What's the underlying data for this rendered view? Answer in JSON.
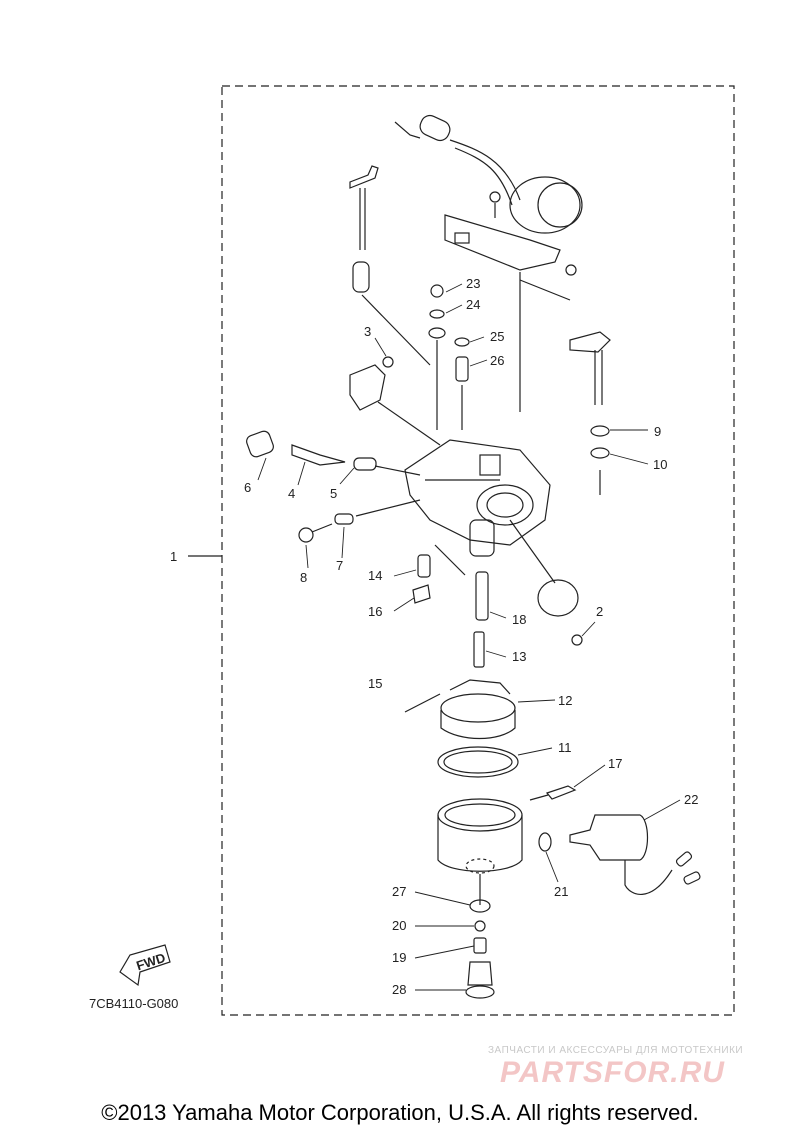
{
  "diagram": {
    "callouts": [
      {
        "id": "c1",
        "text": "1"
      },
      {
        "id": "c2",
        "text": "2"
      },
      {
        "id": "c3",
        "text": "3"
      },
      {
        "id": "c4",
        "text": "4"
      },
      {
        "id": "c5",
        "text": "5"
      },
      {
        "id": "c6",
        "text": "6"
      },
      {
        "id": "c7",
        "text": "7"
      },
      {
        "id": "c8",
        "text": "8"
      },
      {
        "id": "c9",
        "text": "9"
      },
      {
        "id": "c10",
        "text": "10"
      },
      {
        "id": "c11",
        "text": "11"
      },
      {
        "id": "c12",
        "text": "12"
      },
      {
        "id": "c13",
        "text": "13"
      },
      {
        "id": "c14",
        "text": "14"
      },
      {
        "id": "c15",
        "text": "15"
      },
      {
        "id": "c16",
        "text": "16"
      },
      {
        "id": "c17",
        "text": "17"
      },
      {
        "id": "c18",
        "text": "18"
      },
      {
        "id": "c19",
        "text": "19"
      },
      {
        "id": "c20",
        "text": "20"
      },
      {
        "id": "c21",
        "text": "21"
      },
      {
        "id": "c22",
        "text": "22"
      },
      {
        "id": "c23",
        "text": "23"
      },
      {
        "id": "c24",
        "text": "24"
      },
      {
        "id": "c25",
        "text": "25"
      },
      {
        "id": "c26",
        "text": "26"
      },
      {
        "id": "c27",
        "text": "27"
      },
      {
        "id": "c28",
        "text": "28"
      }
    ],
    "fwd_label": "FWD",
    "diagram_code": "7CB4110-G080"
  },
  "watermark": {
    "tagline": "ЗАПЧАСТИ И АКСЕССУАРЫ ДЛЯ МОТОТЕХНИКИ",
    "brand": "PARTSFOR.RU"
  },
  "footer": {
    "copyright": "©2013 Yamaha Motor Corporation, U.S.A. All rights reserved."
  },
  "colors": {
    "line": "#222222",
    "watermark_brand": "#f3c6c6"
  }
}
